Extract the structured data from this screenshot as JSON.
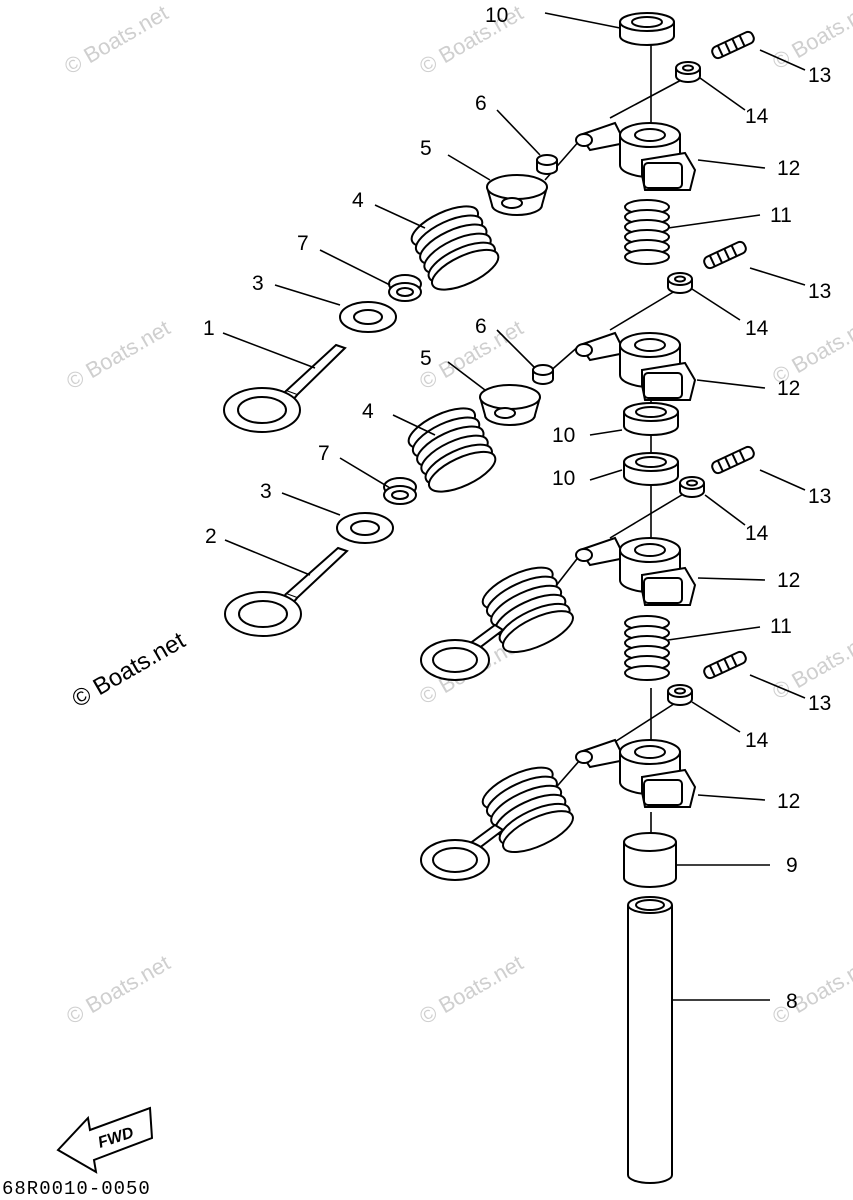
{
  "watermark": {
    "text": "© Boats.net"
  },
  "fwd_label": "FWD",
  "diagram_code": "68R0010-0050",
  "callouts": [
    {
      "id": "c10a",
      "label": "10"
    },
    {
      "id": "c13a",
      "label": "13"
    },
    {
      "id": "c14a",
      "label": "14"
    },
    {
      "id": "c6a",
      "label": "6"
    },
    {
      "id": "c12a",
      "label": "12"
    },
    {
      "id": "c5a",
      "label": "5"
    },
    {
      "id": "c11a",
      "label": "11"
    },
    {
      "id": "c4a",
      "label": "4"
    },
    {
      "id": "c7a",
      "label": "7"
    },
    {
      "id": "c3a",
      "label": "3"
    },
    {
      "id": "c13b",
      "label": "13"
    },
    {
      "id": "c1",
      "label": "1"
    },
    {
      "id": "c14b",
      "label": "14"
    },
    {
      "id": "c6b",
      "label": "6"
    },
    {
      "id": "c5b",
      "label": "5"
    },
    {
      "id": "c12b",
      "label": "12"
    },
    {
      "id": "c4b",
      "label": "4"
    },
    {
      "id": "c10b",
      "label": "10"
    },
    {
      "id": "c7b",
      "label": "7"
    },
    {
      "id": "c10c",
      "label": "10"
    },
    {
      "id": "c13c",
      "label": "13"
    },
    {
      "id": "c3b",
      "label": "3"
    },
    {
      "id": "c14c",
      "label": "14"
    },
    {
      "id": "c2",
      "label": "2"
    },
    {
      "id": "c12c",
      "label": "12"
    },
    {
      "id": "c11b",
      "label": "11"
    },
    {
      "id": "c13d",
      "label": "13"
    },
    {
      "id": "c14d",
      "label": "14"
    },
    {
      "id": "c12d",
      "label": "12"
    },
    {
      "id": "c9",
      "label": "9"
    },
    {
      "id": "c8",
      "label": "8"
    }
  ]
}
